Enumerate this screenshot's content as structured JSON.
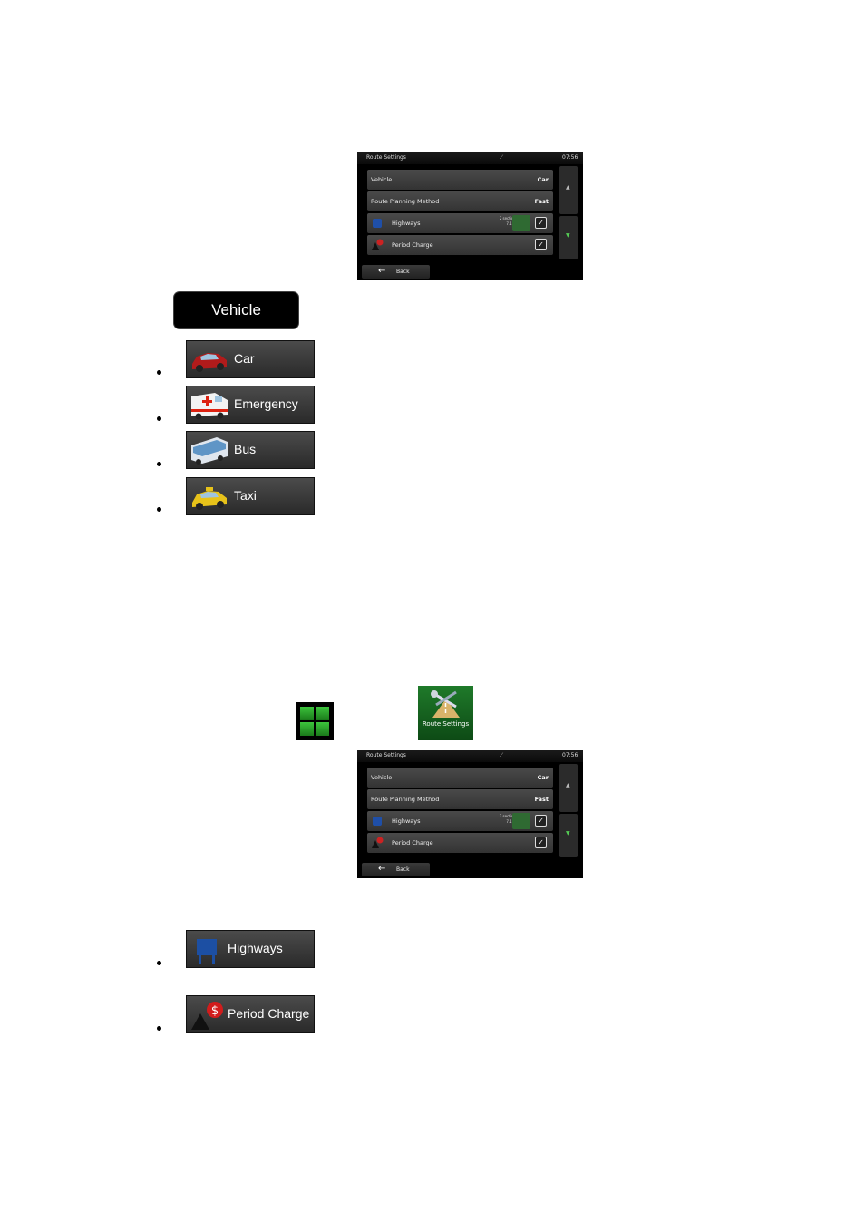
{
  "screens": [
    {
      "title": "Route Settings",
      "clock": "07:56",
      "rows": [
        {
          "label": "Vehicle",
          "value": "Car"
        },
        {
          "label": "Route Planning Method",
          "value": "Fast"
        },
        {
          "label": "Highways",
          "sub1": "2 sections",
          "sub2": "7.1 mi"
        },
        {
          "label": "Period Charge"
        }
      ],
      "back_label": "Back"
    },
    {
      "title": "Route Settings",
      "clock": "07:56",
      "rows": [
        {
          "label": "Vehicle",
          "value": "Car"
        },
        {
          "label": "Route Planning Method",
          "value": "Fast"
        },
        {
          "label": "Highways",
          "sub1": "2 sections",
          "sub2": "7.1 mi"
        },
        {
          "label": "Period Charge"
        }
      ],
      "back_label": "Back"
    }
  ],
  "vehicle_header": "Vehicle",
  "vehicle_options": [
    "Car",
    "Emergency",
    "Bus",
    "Taxi"
  ],
  "route_settings_icon_label": "Route Settings",
  "toll_options": [
    "Highways",
    "Period Charge"
  ]
}
